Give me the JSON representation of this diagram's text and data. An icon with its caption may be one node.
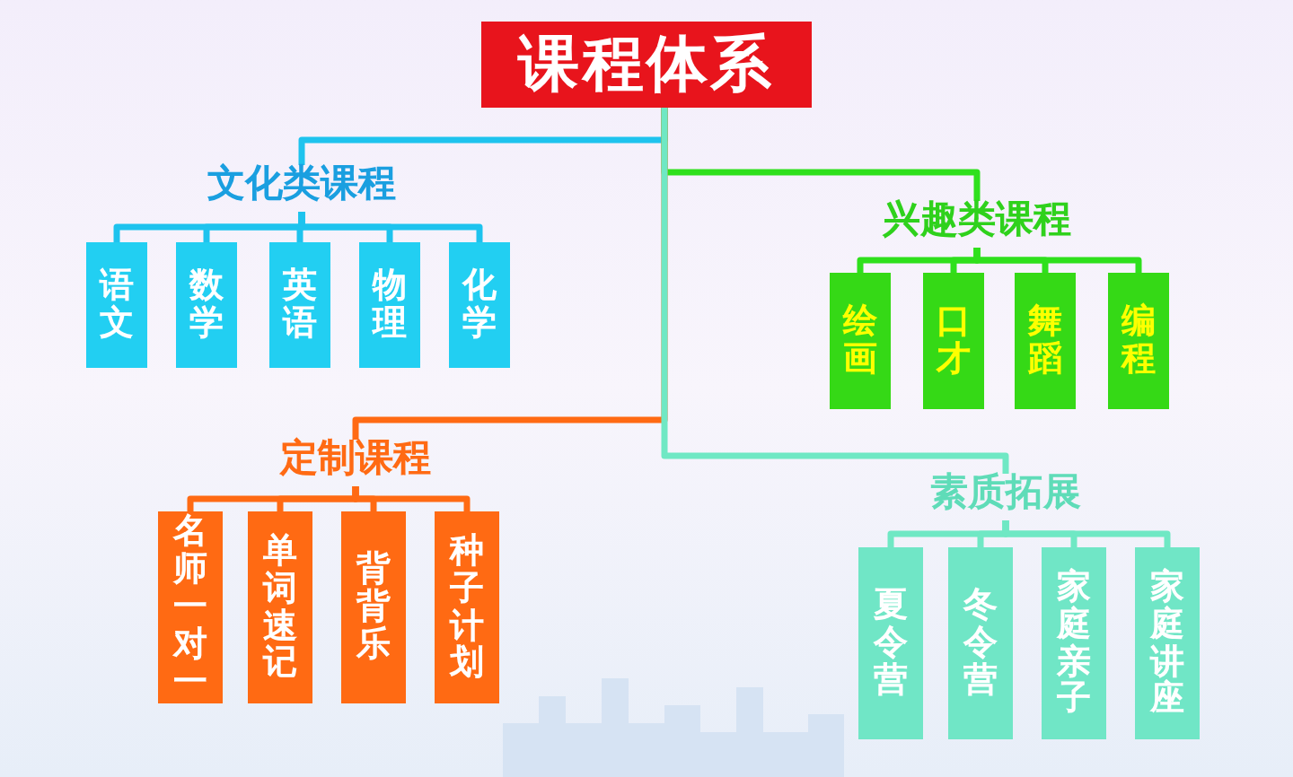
{
  "diagram": {
    "nodes": [
      {
        "text": [
          "课程体系"
        ]
      },
      {
        "text": [
          "文化类课程"
        ]
      },
      {
        "text": [
          "语文"
        ]
      },
      {
        "text": [
          "数学"
        ]
      },
      {
        "text": [
          "英语"
        ]
      },
      {
        "text": [
          "物理"
        ]
      },
      {
        "text": [
          "化学"
        ]
      },
      {
        "text": [
          "兴趣类课程"
        ]
      },
      {
        "text": [
          "绘画"
        ]
      },
      {
        "text": [
          "口才"
        ]
      },
      {
        "text": [
          "舞蹈"
        ]
      },
      {
        "text": [
          "编程"
        ]
      },
      {
        "text": [
          "定制课程"
        ]
      },
      {
        "text": [
          "名师一对一"
        ]
      },
      {
        "text": [
          "单词速记"
        ]
      },
      {
        "text": [
          "背背乐"
        ]
      },
      {
        "text": [
          "种子计划"
        ]
      },
      {
        "text": [
          "素质拓展"
        ]
      },
      {
        "text": [
          "夏令营"
        ]
      },
      {
        "text": [
          "冬令营"
        ]
      },
      {
        "text": [
          "家庭亲子"
        ]
      },
      {
        "text": [
          "家庭讲座"
        ]
      }
    ],
    "edges": [
      {
        "from": 0,
        "to": 1,
        "arrow": "none",
        "color": "#1ec3ee"
      },
      {
        "from": 0,
        "to": 7,
        "arrow": "none",
        "color": "#2fe01c"
      },
      {
        "from": 0,
        "to": 12,
        "arrow": "none",
        "color": "#ff6a13"
      },
      {
        "from": 0,
        "to": 17,
        "arrow": "none",
        "color": "#6fe8c4"
      },
      {
        "from": 1,
        "to": 2,
        "arrow": "none",
        "color": "#1ec3ee"
      },
      {
        "from": 1,
        "to": 3,
        "arrow": "none",
        "color": "#1ec3ee"
      },
      {
        "from": 1,
        "to": 4,
        "arrow": "none",
        "color": "#1ec3ee"
      },
      {
        "from": 1,
        "to": 5,
        "arrow": "none",
        "color": "#1ec3ee"
      },
      {
        "from": 1,
        "to": 6,
        "arrow": "none",
        "color": "#1ec3ee"
      },
      {
        "from": 7,
        "to": 8,
        "arrow": "none",
        "color": "#2fe01c"
      },
      {
        "from": 7,
        "to": 9,
        "arrow": "none",
        "color": "#2fe01c"
      },
      {
        "from": 7,
        "to": 10,
        "arrow": "none",
        "color": "#2fe01c"
      },
      {
        "from": 7,
        "to": 11,
        "arrow": "none",
        "color": "#2fe01c"
      },
      {
        "from": 12,
        "to": 13,
        "arrow": "none",
        "color": "#ff6a13"
      },
      {
        "from": 12,
        "to": 14,
        "arrow": "none",
        "color": "#ff6a13"
      },
      {
        "from": 12,
        "to": 15,
        "arrow": "none",
        "color": "#ff6a13"
      },
      {
        "from": 12,
        "to": 16,
        "arrow": "none",
        "color": "#ff6a13"
      },
      {
        "from": 17,
        "to": 18,
        "arrow": "none",
        "color": "#6fe8c4"
      },
      {
        "from": 17,
        "to": 19,
        "arrow": "none",
        "color": "#6fe8c4"
      },
      {
        "from": 17,
        "to": 20,
        "arrow": "none",
        "color": "#6fe8c4"
      },
      {
        "from": 17,
        "to": 21,
        "arrow": "none",
        "color": "#6fe8c4"
      }
    ]
  }
}
